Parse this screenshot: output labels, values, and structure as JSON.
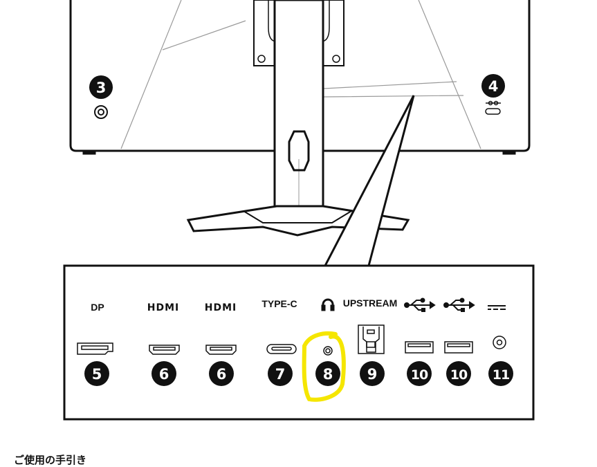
{
  "monitor": {
    "badges": {
      "left": "3",
      "right": "4"
    }
  },
  "ports": [
    {
      "label": "DP",
      "number": "5"
    },
    {
      "label": "HDMI",
      "number": "6"
    },
    {
      "label": "HDMI",
      "number": "6"
    },
    {
      "label": "TYPE-C",
      "number": "7"
    },
    {
      "label": "headphone-icon",
      "number": "8"
    },
    {
      "label": "UPSTREAM",
      "number": "9"
    },
    {
      "label": "usb-icon",
      "number": "10"
    },
    {
      "label": "usb-icon",
      "number": "10"
    },
    {
      "label": "dc-power-icon",
      "number": "11"
    }
  ],
  "highlight_color": "#f5e600",
  "footer": {
    "heading": "ご使用の手引き"
  }
}
